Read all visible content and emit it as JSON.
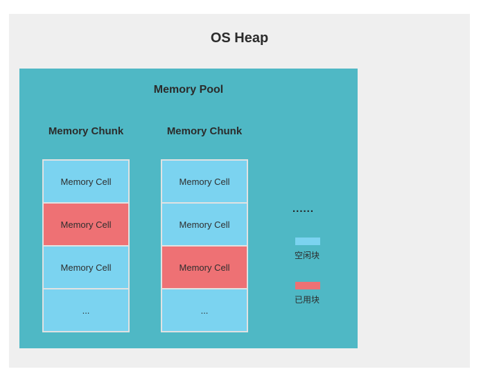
{
  "heap": {
    "title": "OS Heap"
  },
  "pool": {
    "title": "Memory Pool",
    "chunks": [
      {
        "label": "Memory Chunk",
        "cells": [
          {
            "label": "Memory Cell",
            "state": "free"
          },
          {
            "label": "Memory Cell",
            "state": "used"
          },
          {
            "label": "Memory Cell",
            "state": "free"
          },
          {
            "label": "...",
            "state": "free"
          }
        ]
      },
      {
        "label": "Memory Chunk",
        "cells": [
          {
            "label": "Memory Cell",
            "state": "free"
          },
          {
            "label": "Memory Cell",
            "state": "free"
          },
          {
            "label": "Memory Cell",
            "state": "used"
          },
          {
            "label": "...",
            "state": "free"
          }
        ]
      }
    ],
    "ellipsis": "......",
    "legend": [
      {
        "label": "空闲块",
        "swatch_color": "#7bd3f0",
        "meaning": "free block"
      },
      {
        "label": "已用块",
        "swatch_color": "#ee7174",
        "meaning": "used block"
      }
    ]
  },
  "colors": {
    "heap_background": "#efefef",
    "pool_background": "#4fb8c5",
    "free_cell": "#7bd3f0",
    "used_cell": "#ee7174",
    "cell_border": "#e2e2e2",
    "text": "#2b2b2b"
  }
}
